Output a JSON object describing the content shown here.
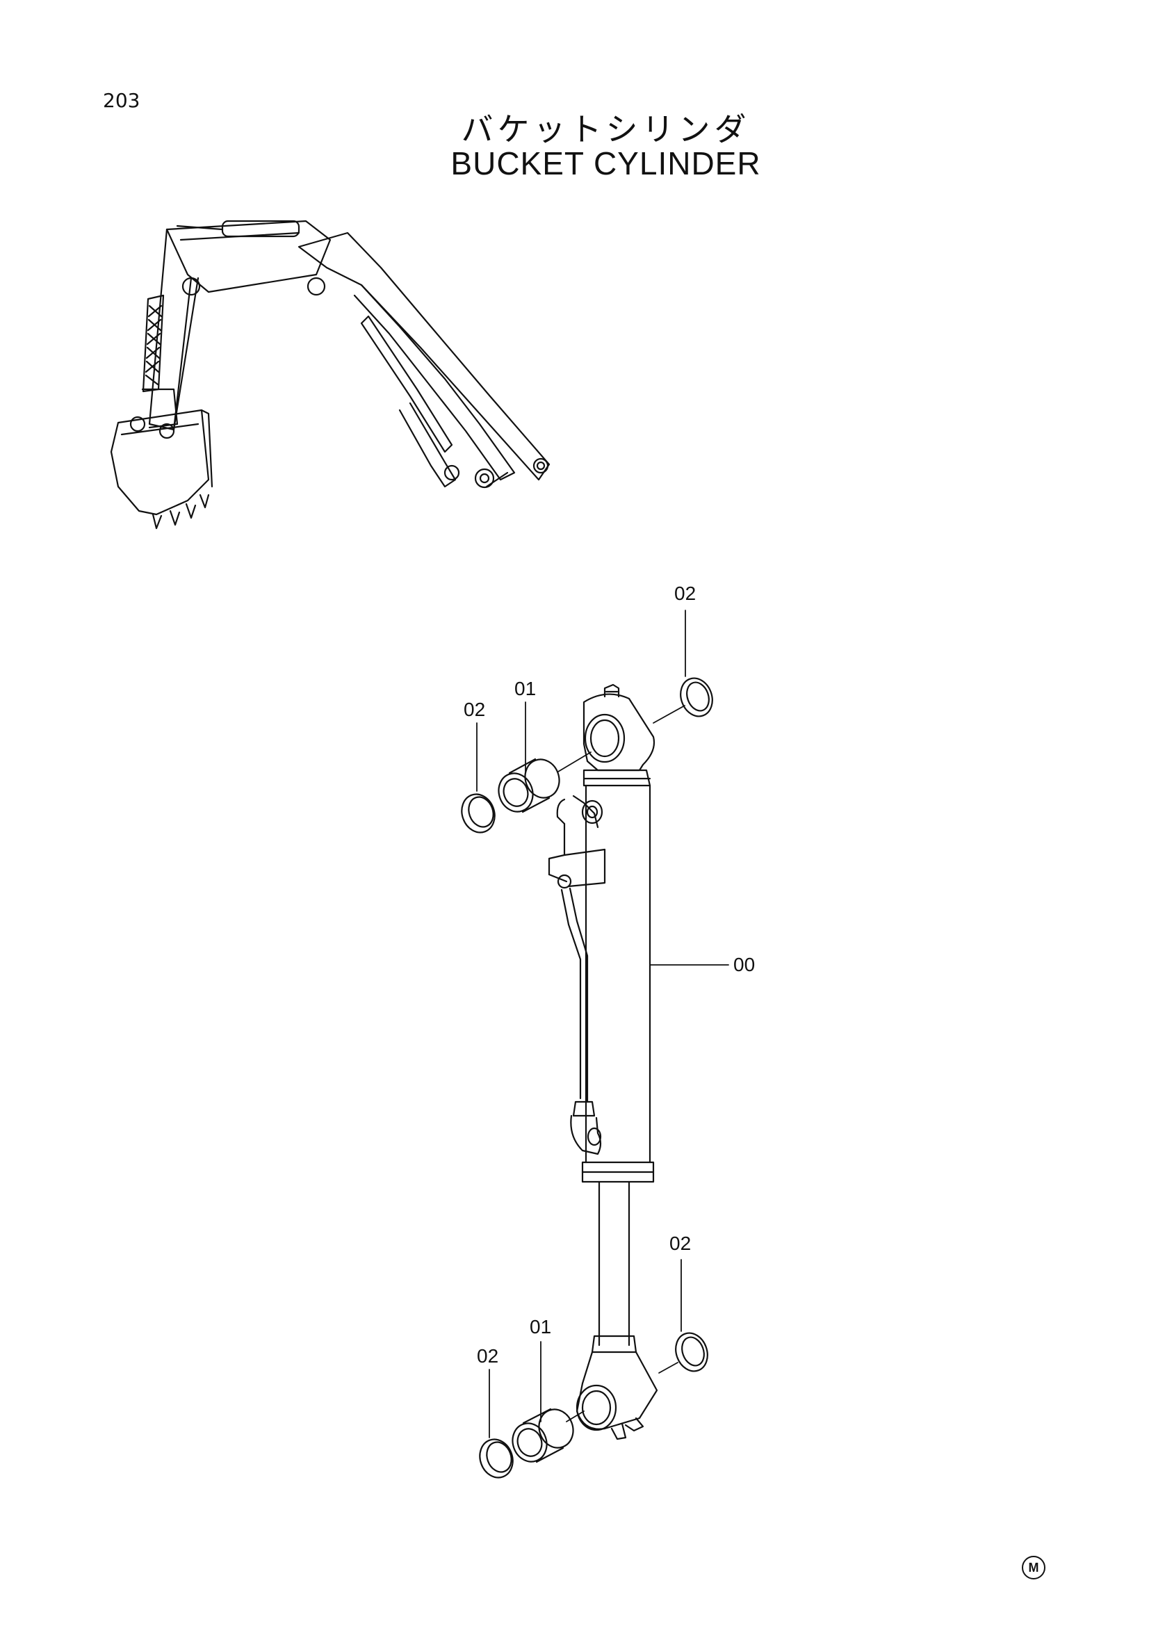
{
  "page": {
    "number": "203"
  },
  "title": {
    "japanese": "バケットシリンダ",
    "english": "BUCKET CYLINDER"
  },
  "callouts": {
    "c00": "00",
    "c01_top": "01",
    "c01_bottom": "01",
    "c02_top_left": "02",
    "c02_top_right": "02",
    "c02_bottom_left": "02",
    "c02_bottom_right": "02"
  },
  "marker": "M"
}
